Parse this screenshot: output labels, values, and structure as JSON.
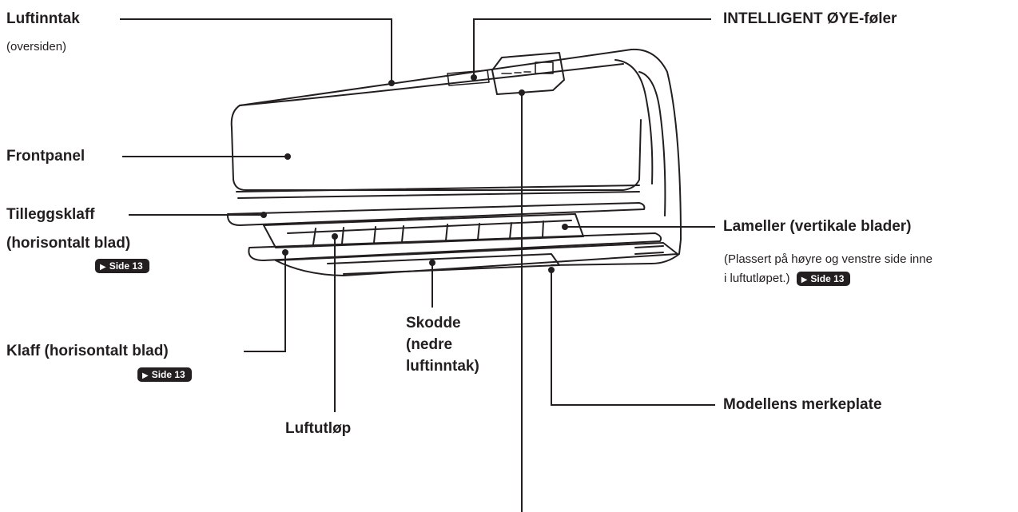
{
  "labels": {
    "luftinntak": "Luftinntak",
    "luftinntak_sub": "(oversiden)",
    "frontpanel": "Frontpanel",
    "tilleggsklaff": "Tilleggsklaff",
    "tilleggsklaff_sub": "(horisontalt blad)",
    "klaff": "Klaff (horisontalt blad)",
    "luftutlop": "Luftutløp",
    "skodde_l1": "Skodde",
    "skodde_l2": "(nedre",
    "skodde_l3": "luftinntak)",
    "intelligent": "INTELLIGENT ØYE-føler",
    "lameller": "Lameller (vertikale blader)",
    "lameller_note_l1": "(Plassert på høyre og venstre side inne",
    "lameller_note_l2": "i luftutløpet.)",
    "modell": "Modellens merkeplate"
  },
  "badges": {
    "side_ref": "Side 13",
    "arrow_glyph": "▶"
  },
  "colors": {
    "ink": "#231f20",
    "badge_bg": "#231f20",
    "badge_text": "#ffffff"
  }
}
